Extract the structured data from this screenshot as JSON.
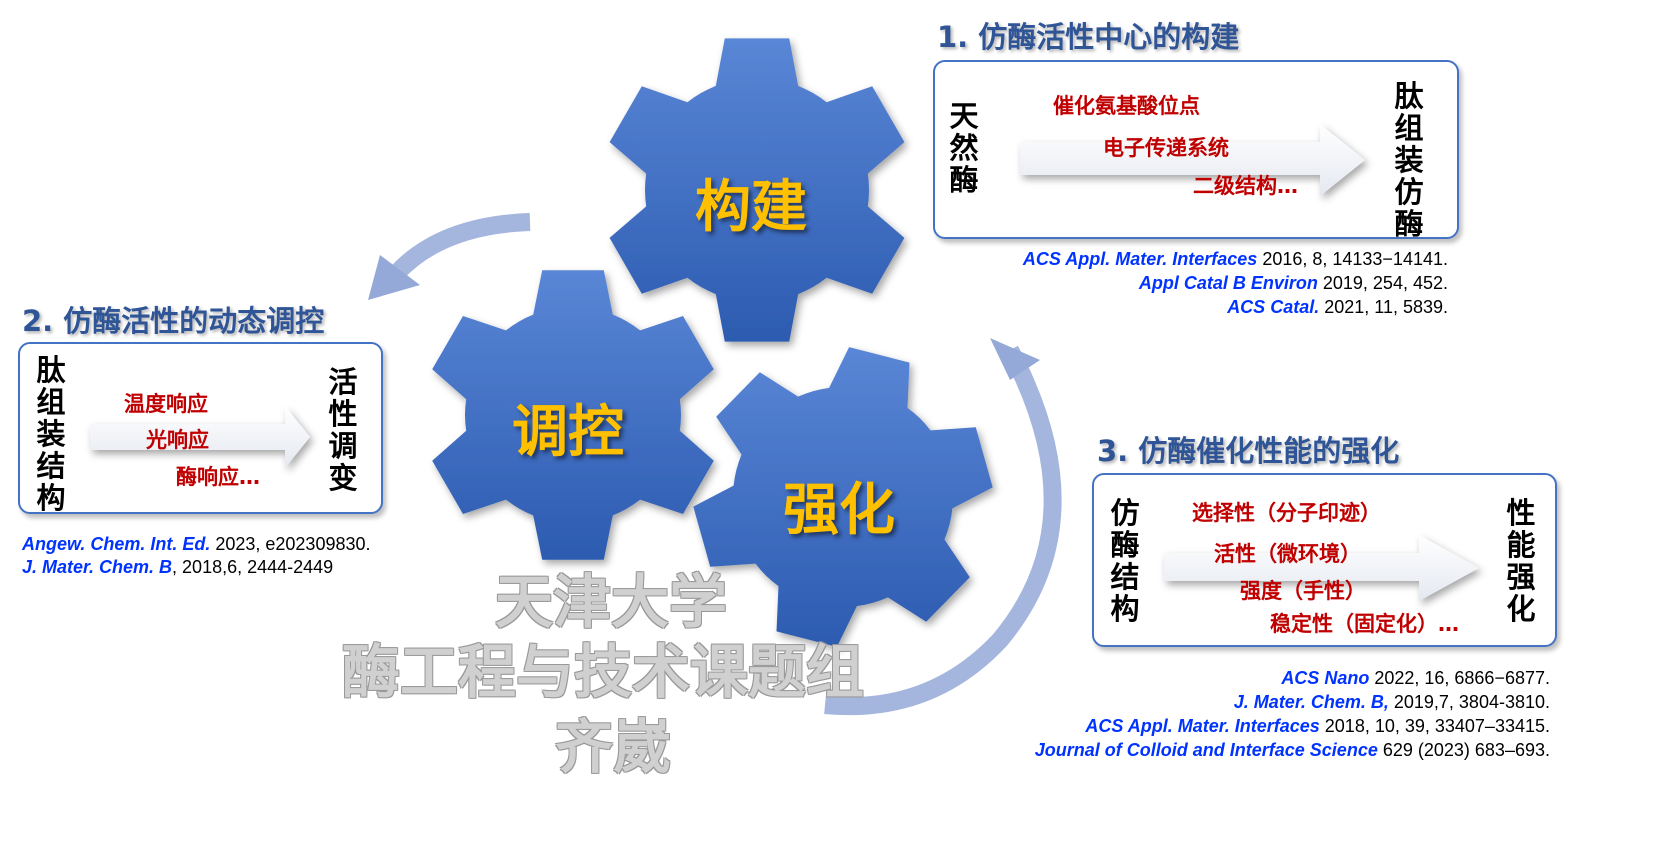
{
  "colors": {
    "gear": "#3f6fc8",
    "title": "#2f5597",
    "label": "#ffc000",
    "red": "#c00000",
    "journal": "#0033ff",
    "arc": "#9fb2dc"
  },
  "gears": {
    "build": "构建",
    "regulate": "调控",
    "enhance": "强化"
  },
  "section1": {
    "title": "1. 仿酶活性中心的构建",
    "left": "天然酶",
    "right": "肽组装仿酶",
    "items": [
      "催化氨基酸位点",
      "电子传递系统",
      "二级结构…"
    ],
    "refs": [
      {
        "journal": "ACS Appl. Mater. Interfaces",
        "rest": " 2016, 8, 14133−14141."
      },
      {
        "journal": "Appl Catal B Environ",
        "rest": " 2019, 254, 452."
      },
      {
        "journal": "ACS Catal.",
        "rest": " 2021, 11, 5839."
      }
    ]
  },
  "section2": {
    "title": "2. 仿酶活性的动态调控",
    "left": "肽组装结构",
    "right": "活性调变",
    "items": [
      "温度响应",
      "光响应",
      "酶响应…"
    ],
    "refs": [
      {
        "journal": "Angew. Chem. Int. Ed.",
        "rest": " 2023, e202309830."
      },
      {
        "journal": "J. Mater. Chem. B",
        "rest": ", 2018,6, 2444-2449"
      }
    ]
  },
  "section3": {
    "title": "3. 仿酶催化性能的强化",
    "left": "仿酶结构",
    "right": "性能强化",
    "items": [
      "选择性（分子印迹）",
      "活性（微环境）",
      "强度（手性）",
      "稳定性（固定化）…"
    ],
    "refs": [
      {
        "journal": "ACS Nano",
        "rest": " 2022, 16, 6866−6877."
      },
      {
        "journal": "J. Mater. Chem. B,",
        "rest": " 2019,7, 3804-3810."
      },
      {
        "journal": "ACS Appl. Mater. Interfaces",
        "rest": " 2018, 10, 39, 33407–33415."
      },
      {
        "journal": "Journal of Colloid and Interface Science",
        "rest": " 629 (2023) 683–693."
      }
    ]
  },
  "watermark": {
    "line1": "天津大学",
    "line2": "酶工程与技术课题组",
    "line3": "齐崴"
  }
}
